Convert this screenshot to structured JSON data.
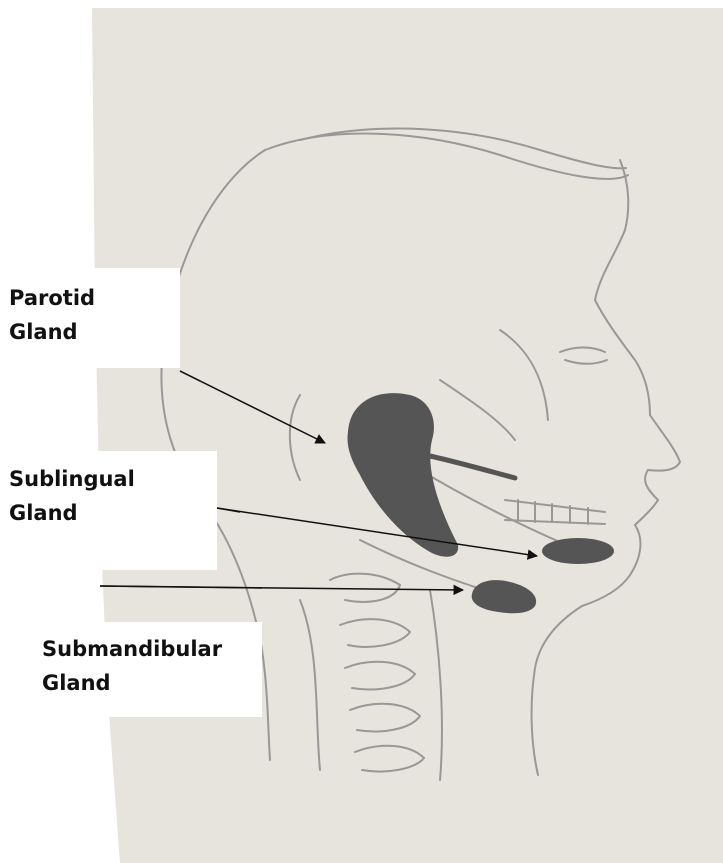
{
  "colors": {
    "paper": "#e7e4dd",
    "page_edge": "#ffffff",
    "pencil": "#8b8b8b",
    "gland_fill": "#555555",
    "arrow": "#111111"
  },
  "labels": {
    "parotid": {
      "line1": "Parotid",
      "line2": "Gland"
    },
    "sublingual": {
      "line1": "Sublingual",
      "line2": "Gland"
    },
    "submandibular": {
      "line1": "Submandibular",
      "line2": "Gland"
    }
  }
}
